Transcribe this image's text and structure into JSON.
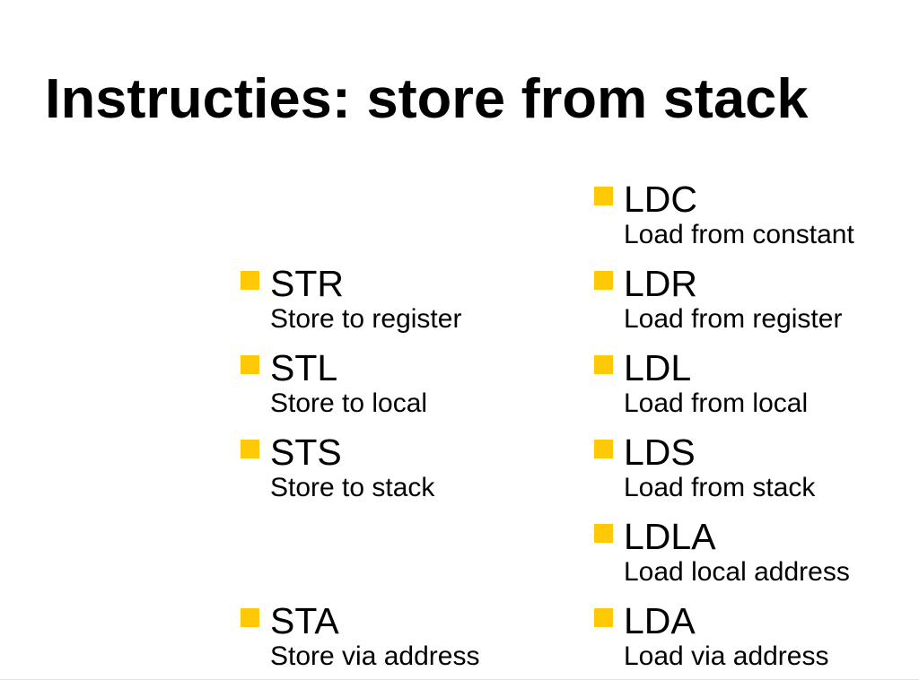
{
  "slide": {
    "title": "Instructies: store from stack",
    "background_color": "#ffffff",
    "text_color": "#000000",
    "bullet_color": "#FFC907"
  },
  "columns": {
    "left": {
      "name": "store-instructions",
      "items": [
        {
          "label": "STR",
          "description": "Store to register",
          "spacer": false
        },
        {
          "label": "STL",
          "description": "Store to local",
          "spacer": false
        },
        {
          "label": "STS",
          "description": "Store to stack",
          "spacer": false
        },
        {
          "label": "",
          "description": "",
          "spacer": true
        },
        {
          "label": "STA",
          "description": "Store via address",
          "spacer": false
        }
      ]
    },
    "right": {
      "name": "load-instructions",
      "items": [
        {
          "label": "LDC",
          "description": "Load from constant",
          "spacer": false
        },
        {
          "label": "LDR",
          "description": "Load from register",
          "spacer": false
        },
        {
          "label": "LDL",
          "description": "Load from local",
          "spacer": false
        },
        {
          "label": "LDS",
          "description": "Load from stack",
          "spacer": false
        },
        {
          "label": "LDLA",
          "description": "Load local address",
          "spacer": false
        },
        {
          "label": "LDA",
          "description": "Load via address",
          "spacer": false
        }
      ]
    }
  }
}
